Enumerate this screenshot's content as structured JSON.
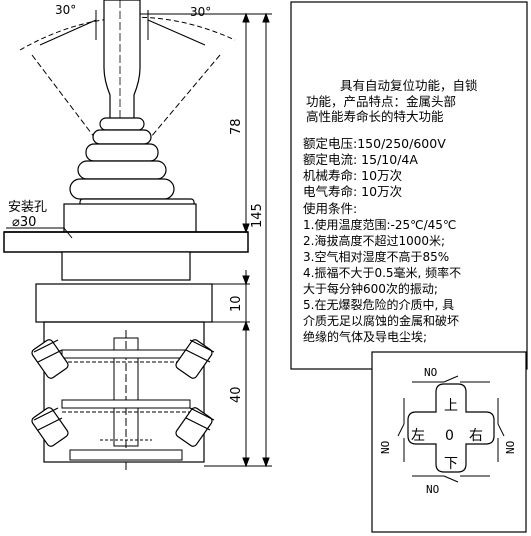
{
  "angle_label_left": "30°",
  "angle_label_right": "30°",
  "dim_78": "78",
  "dim_145": "145",
  "dim_10": "10",
  "dim_40": "40",
  "mount_hole_label": "安装孔",
  "mount_hole_dia": "⌀30",
  "spec_lines": [
    "具有自动复位功能，自锁",
    "功能，产品特点：金属头部",
    "高性能寿命长的特大功能"
  ],
  "ratings": [
    "额定电压:150/250/600V",
    "额定电流: 15/10/4A",
    "机械寿命: 10万次",
    "电气寿命: 10万次"
  ],
  "conditions_title": "使用条件:",
  "conditions": [
    "1.使用温度范围:-25℃/45℃",
    "2.海拔高度不超过1000米;",
    "3.空气相对湿度不高于85%",
    "4.振福不大于0.5毫米, 频率不",
    "大于每分钟600次的振动;",
    "5.在无爆裂危险的介质中, 具",
    "介质无足以腐蚀的金属和破坏",
    "绝缘的气体及导电尘埃;"
  ],
  "pos_up": "上",
  "pos_down": "下",
  "pos_left": "左",
  "pos_right": "右",
  "pos_center": "0",
  "no_top": "NO",
  "no_bottom": "NO",
  "no_left": "NO",
  "no_right": "NO"
}
